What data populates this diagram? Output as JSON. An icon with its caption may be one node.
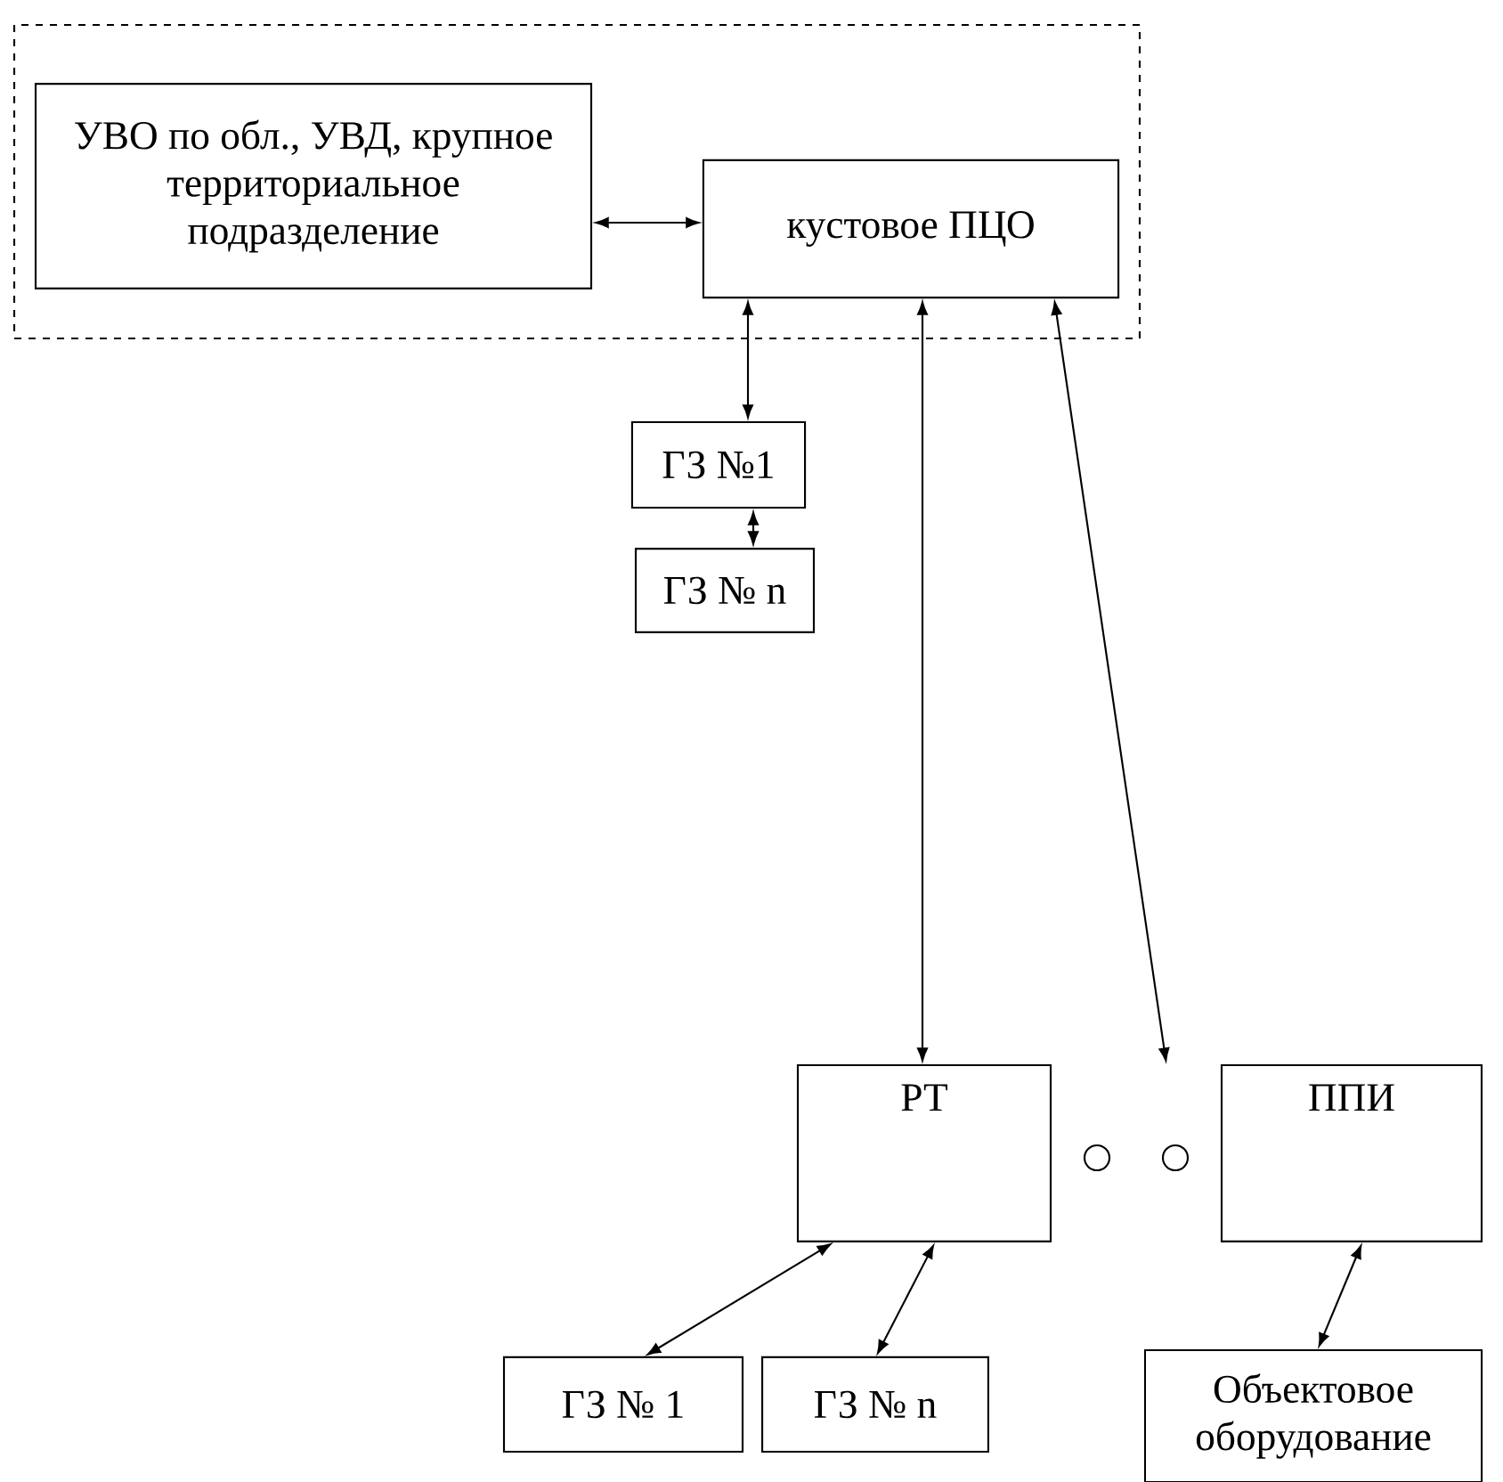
{
  "diagram": {
    "nodes": [
      {
        "text": [],
        "shape": "box"
      },
      {
        "text": [
          "УВО по обл., УВД, крупное территориальное подразделение"
        ],
        "in": 0
      },
      {
        "text": [
          "кустовое ПЦО"
        ],
        "in": 0
      },
      {
        "text": [
          "ГЗ №1"
        ]
      },
      {
        "text": [
          "ГЗ № n"
        ]
      },
      {
        "text": [
          "РТ"
        ]
      },
      {
        "text": [
          "ППИ"
        ]
      },
      {
        "text": [
          "ГЗ № 1"
        ]
      },
      {
        "text": [
          "ГЗ № n"
        ]
      },
      {
        "text": [
          "Объектовое оборудование"
        ]
      }
    ],
    "edges": [
      {
        "from": 1,
        "to": 2,
        "arrow": "both"
      },
      {
        "from": 2,
        "to": 3,
        "arrow": "both"
      },
      {
        "from": 3,
        "to": 4,
        "arrow": "both"
      },
      {
        "from": 2,
        "to": 5,
        "arrow": "both"
      },
      {
        "from": 2,
        "to": 6,
        "arrow": "both"
      },
      {
        "from": 5,
        "to": 7,
        "arrow": "both"
      },
      {
        "from": 5,
        "to": 8,
        "arrow": "both"
      },
      {
        "from": 6,
        "to": 9,
        "arrow": "both"
      }
    ]
  }
}
